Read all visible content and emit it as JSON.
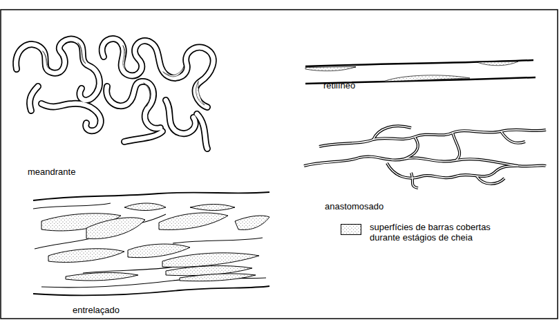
{
  "diagram": {
    "labels": [
      "meandrante",
      "retilíneo",
      "anastomosado",
      "entrelaçado"
    ],
    "legend": [
      {
        "text": "superfícies de barras cobertas durante estágios de cheia"
      }
    ]
  }
}
